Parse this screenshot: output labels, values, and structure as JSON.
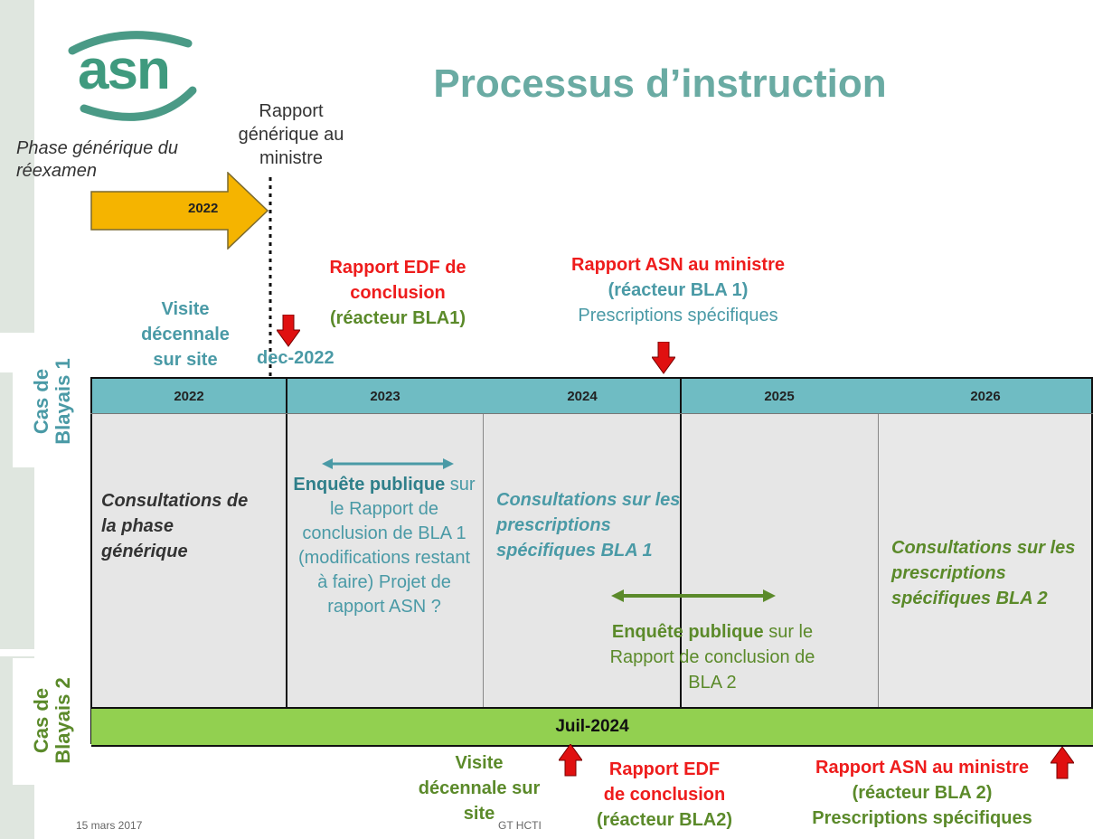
{
  "header": {
    "logo_text": "asn",
    "title": "Processus d’instruction"
  },
  "generic_phase": {
    "label": "Phase générique du réexamen",
    "arrow_year": "2022",
    "report_label": "Rapport générique au ministre"
  },
  "side_labels": {
    "bla1": "Cas de Blayais 1",
    "bla2": "Cas de Blayais 2"
  },
  "top_annotations": {
    "visite_bla1": "Visite décennale sur site",
    "edf_report_bla1_l1": "Rapport EDF de",
    "edf_report_bla1_l2": "conclusion",
    "edf_report_bla1_l3": "(réacteur BLA1)",
    "dec_2022": "dec-2022",
    "asn_report_bla1_l1": "Rapport ASN au ministre",
    "asn_report_bla1_l2": "(réacteur BLA 1)",
    "asn_report_bla1_l3": "Prescriptions spécifiques"
  },
  "timeline": {
    "years": [
      "2022",
      "2023",
      "2024",
      "2025",
      "2026"
    ],
    "bottom_bar_label": "Juil-2024"
  },
  "cells": {
    "consult_generic": "Consultations de la phase générique",
    "enquete_bla1_bold": "Enquête publique",
    "enquete_bla1_rest": "sur le Rapport de conclusion de BLA 1 (modifications restant à faire) Projet de rapport ASN ?",
    "consult_bla1": "Consultations sur les prescriptions spécifiques BLA 1",
    "enquete_bla2_bold": "Enquête publique",
    "enquete_bla2_rest": "sur le Rapport de conclusion de BLA 2",
    "consult_bla2": "Consultations sur les prescriptions spécifiques BLA 2"
  },
  "bottom_annotations": {
    "visite_bla2": "Visite décennale sur site",
    "edf_report_bla2_l1": "Rapport EDF",
    "edf_report_bla2_l2": "de conclusion",
    "edf_report_bla2_l3": "(réacteur BLA2)",
    "asn_report_bla2_l1": "Rapport ASN au ministre",
    "asn_report_bla2_l2": "(réacteur BLA 2)",
    "asn_report_bla2_l3": "Prescriptions spécifiques"
  },
  "footer": {
    "date": "15 mars 2017",
    "center": "GT HCTI"
  },
  "colors": {
    "teal_header": "#6fbcc3",
    "green_bar": "#92d050",
    "orange_arrow": "#f5b400",
    "red": "#ee1c1c",
    "teal_text": "#4a9aa6",
    "green_text": "#5b8a2a"
  }
}
